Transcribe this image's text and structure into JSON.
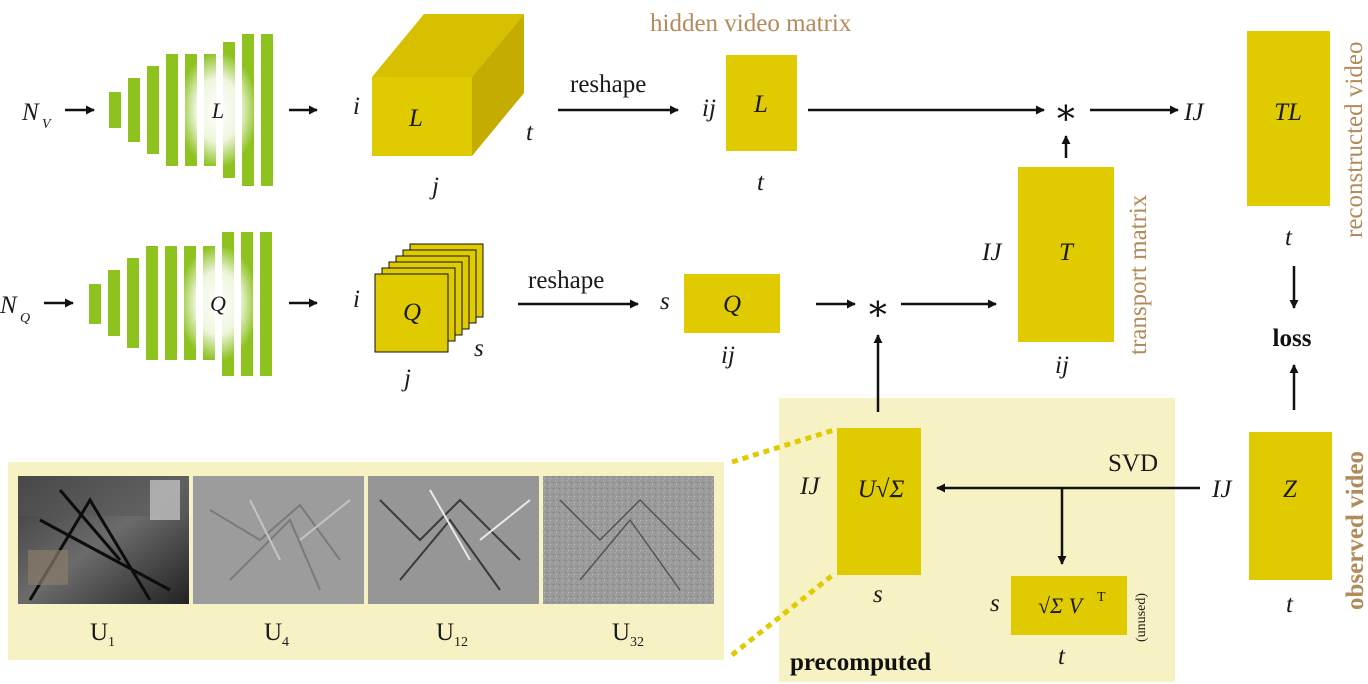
{
  "colors": {
    "gold": "#e0ca00",
    "gold_side": "#c4ad00",
    "gold_top": "#d7c000",
    "green": "#8dc21f",
    "panel": "#f7f2c4",
    "tan_text": "#b38a5a",
    "dotted": "#e0ca00"
  },
  "top_row": {
    "input": "N",
    "input_sub": "V",
    "net_label": "L",
    "tensor_label": "L",
    "tensor_i": "i",
    "tensor_j": "j",
    "tensor_t": "t",
    "reshape": "reshape",
    "matrix_title": "hidden video matrix",
    "matrix_row": "ij",
    "matrix_label": "L",
    "matrix_col": "t",
    "star": "∗",
    "output_row": "IJ",
    "output_label": "TL",
    "output_col": "t",
    "output_title": "reconstructed video"
  },
  "mid_row": {
    "input": "N",
    "input_sub": "Q",
    "net_label": "Q",
    "tensor_label": "Q",
    "tensor_i": "i",
    "tensor_j": "j",
    "tensor_s": "s",
    "reshape": "reshape",
    "matrix_row": "s",
    "matrix_label": "Q",
    "matrix_col": "ij",
    "star": "∗",
    "transport_row": "IJ",
    "transport_label": "T",
    "transport_col": "ij",
    "transport_title": "transport matrix",
    "loss": "loss"
  },
  "precomputed": {
    "title": "precomputed",
    "u_row": "IJ",
    "u_label": "U√Σ",
    "u_col": "s",
    "svd": "SVD",
    "v_row": "s",
    "v_label": "√Σ V",
    "v_sup": "T",
    "v_col": "t",
    "unused": "(unused)",
    "z_row": "IJ",
    "z_label": "Z",
    "z_col": "t",
    "observed_title": "observed video"
  },
  "basis": [
    {
      "label": "U",
      "sub": "1"
    },
    {
      "label": "U",
      "sub": "4"
    },
    {
      "label": "U",
      "sub": "12"
    },
    {
      "label": "U",
      "sub": "32"
    }
  ]
}
